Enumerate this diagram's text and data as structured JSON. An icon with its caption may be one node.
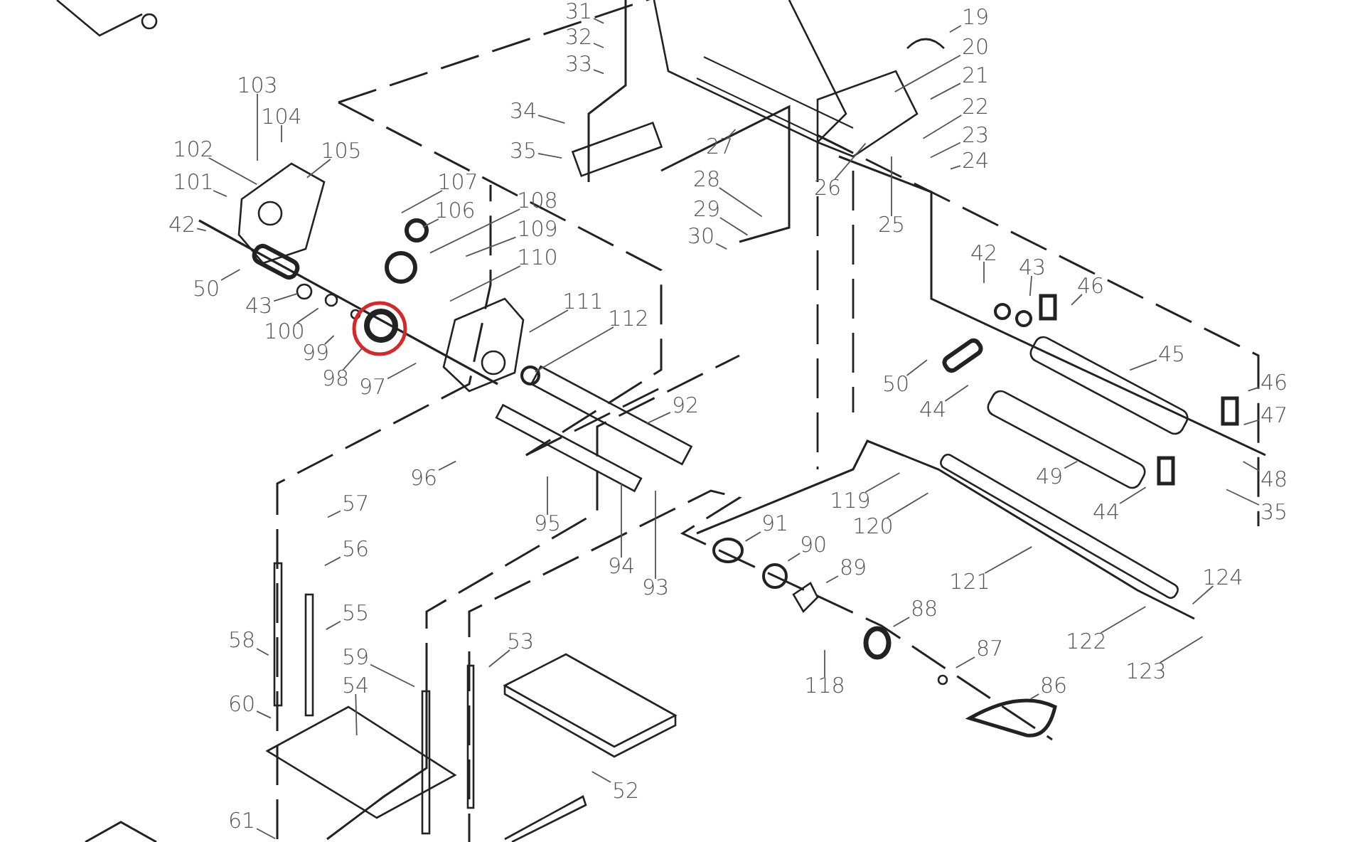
{
  "diagram": {
    "nodes": [
      {
        "text": [
          "31"
        ]
      },
      {
        "text": [
          "32"
        ]
      },
      {
        "text": [
          "33"
        ]
      },
      {
        "text": [
          "19"
        ]
      },
      {
        "text": [
          "20"
        ]
      },
      {
        "text": [
          "21"
        ]
      },
      {
        "text": [
          "22"
        ]
      },
      {
        "text": [
          "23"
        ]
      },
      {
        "text": [
          "24"
        ]
      },
      {
        "text": [
          "103"
        ]
      },
      {
        "text": [
          "104"
        ]
      },
      {
        "text": [
          "105"
        ]
      },
      {
        "text": [
          "102"
        ]
      },
      {
        "text": [
          "101"
        ]
      },
      {
        "text": [
          "42"
        ]
      },
      {
        "text": [
          "27"
        ]
      },
      {
        "text": [
          "34"
        ]
      },
      {
        "text": [
          "35"
        ]
      },
      {
        "text": [
          "28"
        ]
      },
      {
        "text": [
          "29"
        ]
      },
      {
        "text": [
          "30"
        ]
      },
      {
        "text": [
          "26"
        ]
      },
      {
        "text": [
          "25"
        ]
      },
      {
        "text": [
          "107"
        ]
      },
      {
        "text": [
          "106"
        ]
      },
      {
        "text": [
          "108"
        ]
      },
      {
        "text": [
          "109"
        ]
      },
      {
        "text": [
          "110"
        ]
      },
      {
        "text": [
          "111"
        ]
      },
      {
        "text": [
          "112"
        ]
      },
      {
        "text": [
          "50"
        ]
      },
      {
        "text": [
          "43"
        ]
      },
      {
        "text": [
          "100"
        ]
      },
      {
        "text": [
          "99"
        ]
      },
      {
        "text": [
          "98"
        ]
      },
      {
        "text": [
          "97"
        ]
      },
      {
        "text": [
          "42"
        ]
      },
      {
        "text": [
          "43"
        ]
      },
      {
        "text": [
          "46"
        ]
      },
      {
        "text": [
          "45"
        ]
      },
      {
        "text": [
          "46"
        ]
      },
      {
        "text": [
          "47"
        ]
      },
      {
        "text": [
          "48"
        ]
      },
      {
        "text": [
          "35"
        ]
      },
      {
        "text": [
          "50"
        ]
      },
      {
        "text": [
          "44"
        ]
      },
      {
        "text": [
          "49"
        ]
      },
      {
        "text": [
          "44"
        ]
      },
      {
        "text": [
          "92"
        ]
      },
      {
        "text": [
          "96"
        ]
      },
      {
        "text": [
          "95"
        ]
      },
      {
        "text": [
          "94"
        ]
      },
      {
        "text": [
          "93"
        ]
      },
      {
        "text": [
          "119"
        ]
      },
      {
        "text": [
          "120"
        ]
      },
      {
        "text": [
          "121"
        ]
      },
      {
        "text": [
          "122"
        ]
      },
      {
        "text": [
          "123"
        ]
      },
      {
        "text": [
          "124"
        ]
      },
      {
        "text": [
          "91"
        ]
      },
      {
        "text": [
          "90"
        ]
      },
      {
        "text": [
          "89"
        ]
      },
      {
        "text": [
          "88"
        ]
      },
      {
        "text": [
          "87"
        ]
      },
      {
        "text": [
          "86"
        ]
      },
      {
        "text": [
          "118"
        ]
      },
      {
        "text": [
          "57"
        ]
      },
      {
        "text": [
          "56"
        ]
      },
      {
        "text": [
          "55"
        ]
      },
      {
        "text": [
          "58"
        ]
      },
      {
        "text": [
          "60"
        ]
      },
      {
        "text": [
          "59"
        ]
      },
      {
        "text": [
          "54"
        ]
      },
      {
        "text": [
          "53"
        ]
      },
      {
        "text": [
          "52"
        ]
      },
      {
        "text": [
          "61"
        ]
      },
      {
        "text": [],
        "shape": "circle"
      }
    ],
    "edges": [
      {
        "from": 0,
        "to": null,
        "arrow": "none"
      },
      {
        "from": 1,
        "to": null,
        "arrow": "none"
      },
      {
        "from": 2,
        "to": null,
        "arrow": "none"
      },
      {
        "from": 3,
        "to": null,
        "arrow": "none"
      },
      {
        "from": 4,
        "to": null,
        "arrow": "none"
      },
      {
        "from": 5,
        "to": null,
        "arrow": "none"
      },
      {
        "from": 6,
        "to": null,
        "arrow": "none"
      },
      {
        "from": 7,
        "to": null,
        "arrow": "none"
      },
      {
        "from": 8,
        "to": null,
        "arrow": "none"
      },
      {
        "from": 9,
        "to": null,
        "arrow": "none"
      },
      {
        "from": 10,
        "to": null,
        "arrow": "none"
      },
      {
        "from": 11,
        "to": null,
        "arrow": "none"
      },
      {
        "from": 12,
        "to": null,
        "arrow": "none"
      },
      {
        "from": 13,
        "to": null,
        "arrow": "none"
      },
      {
        "from": 14,
        "to": null,
        "arrow": "none"
      },
      {
        "from": 15,
        "to": null,
        "arrow": "none"
      },
      {
        "from": 16,
        "to": null,
        "arrow": "none"
      },
      {
        "from": 17,
        "to": null,
        "arrow": "none"
      },
      {
        "from": 18,
        "to": null,
        "arrow": "none"
      },
      {
        "from": 19,
        "to": null,
        "arrow": "none"
      },
      {
        "from": 20,
        "to": null,
        "arrow": "none"
      },
      {
        "from": 21,
        "to": null,
        "arrow": "none"
      },
      {
        "from": 22,
        "to": null,
        "arrow": "none"
      },
      {
        "from": 23,
        "to": null,
        "arrow": "none"
      },
      {
        "from": 24,
        "to": null,
        "arrow": "none"
      },
      {
        "from": 25,
        "to": null,
        "arrow": "none"
      },
      {
        "from": 26,
        "to": null,
        "arrow": "none"
      },
      {
        "from": 27,
        "to": null,
        "arrow": "none"
      },
      {
        "from": 28,
        "to": null,
        "arrow": "none"
      },
      {
        "from": 29,
        "to": null,
        "arrow": "none"
      },
      {
        "from": 30,
        "to": null,
        "arrow": "none"
      },
      {
        "from": 31,
        "to": null,
        "arrow": "none"
      },
      {
        "from": 32,
        "to": null,
        "arrow": "none"
      },
      {
        "from": 33,
        "to": null,
        "arrow": "none"
      },
      {
        "from": 34,
        "to": 76,
        "arrow": "none"
      },
      {
        "from": 35,
        "to": null,
        "arrow": "none"
      },
      {
        "from": 36,
        "to": null,
        "arrow": "none"
      },
      {
        "from": 37,
        "to": null,
        "arrow": "none"
      },
      {
        "from": 38,
        "to": null,
        "arrow": "none"
      },
      {
        "from": 39,
        "to": null,
        "arrow": "none"
      },
      {
        "from": 40,
        "to": null,
        "arrow": "none"
      },
      {
        "from": 41,
        "to": null,
        "arrow": "none"
      },
      {
        "from": 42,
        "to": null,
        "arrow": "none"
      },
      {
        "from": 43,
        "to": null,
        "arrow": "none"
      },
      {
        "from": 44,
        "to": null,
        "arrow": "none"
      },
      {
        "from": 45,
        "to": null,
        "arrow": "none"
      },
      {
        "from": 46,
        "to": null,
        "arrow": "none"
      },
      {
        "from": 47,
        "to": null,
        "arrow": "none"
      },
      {
        "from": 48,
        "to": null,
        "arrow": "none"
      },
      {
        "from": 49,
        "to": null,
        "arrow": "none"
      },
      {
        "from": 50,
        "to": null,
        "arrow": "none"
      },
      {
        "from": 51,
        "to": null,
        "arrow": "none"
      },
      {
        "from": 52,
        "to": null,
        "arrow": "none"
      },
      {
        "from": 53,
        "to": null,
        "arrow": "none"
      },
      {
        "from": 54,
        "to": null,
        "arrow": "none"
      },
      {
        "from": 55,
        "to": null,
        "arrow": "none"
      },
      {
        "from": 56,
        "to": null,
        "arrow": "none"
      },
      {
        "from": 57,
        "to": null,
        "arrow": "none"
      },
      {
        "from": 58,
        "to": null,
        "arrow": "none"
      },
      {
        "from": 59,
        "to": null,
        "arrow": "none"
      },
      {
        "from": 60,
        "to": null,
        "arrow": "none"
      },
      {
        "from": 61,
        "to": null,
        "arrow": "none"
      },
      {
        "from": 62,
        "to": null,
        "arrow": "none"
      },
      {
        "from": 63,
        "to": null,
        "arrow": "none"
      },
      {
        "from": 64,
        "to": null,
        "arrow": "none"
      },
      {
        "from": 65,
        "to": null,
        "arrow": "none"
      },
      {
        "from": 66,
        "to": null,
        "arrow": "none"
      },
      {
        "from": 67,
        "to": null,
        "arrow": "none"
      },
      {
        "from": 68,
        "to": null,
        "arrow": "none"
      },
      {
        "from": 69,
        "to": null,
        "arrow": "none"
      },
      {
        "from": 70,
        "to": null,
        "arrow": "none"
      },
      {
        "from": 71,
        "to": null,
        "arrow": "none"
      },
      {
        "from": 72,
        "to": null,
        "arrow": "none"
      },
      {
        "from": 73,
        "to": null,
        "arrow": "none"
      },
      {
        "from": 74,
        "to": null,
        "arrow": "none"
      },
      {
        "from": 75,
        "to": null,
        "arrow": "none"
      }
    ]
  }
}
